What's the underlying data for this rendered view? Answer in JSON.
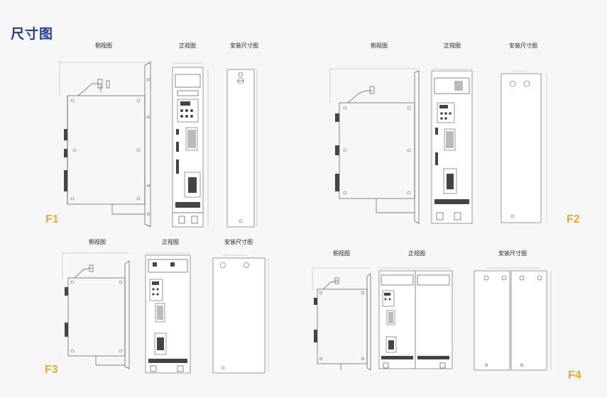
{
  "page": {
    "title": "尺寸图"
  },
  "groups": [
    {
      "id": "F1",
      "label": "F1",
      "side_view": "侧视图",
      "front_view": "正视图",
      "mount_view": "安装尺寸图"
    },
    {
      "id": "F2",
      "label": "F2",
      "side_view": "侧视图",
      "front_view": "正视图",
      "mount_view": "安装尺寸图"
    },
    {
      "id": "F3",
      "label": "F3",
      "side_view": "侧视图",
      "front_view": "正视图",
      "mount_view": "安装尺寸图"
    },
    {
      "id": "F4",
      "label": "F4",
      "side_view": "侧视图",
      "front_view": "正视图",
      "mount_view": "安装尺寸图"
    }
  ],
  "colors": {
    "title": "#1f3e8c",
    "group_label": "#f2a52a",
    "background": "#f7f7f7"
  }
}
